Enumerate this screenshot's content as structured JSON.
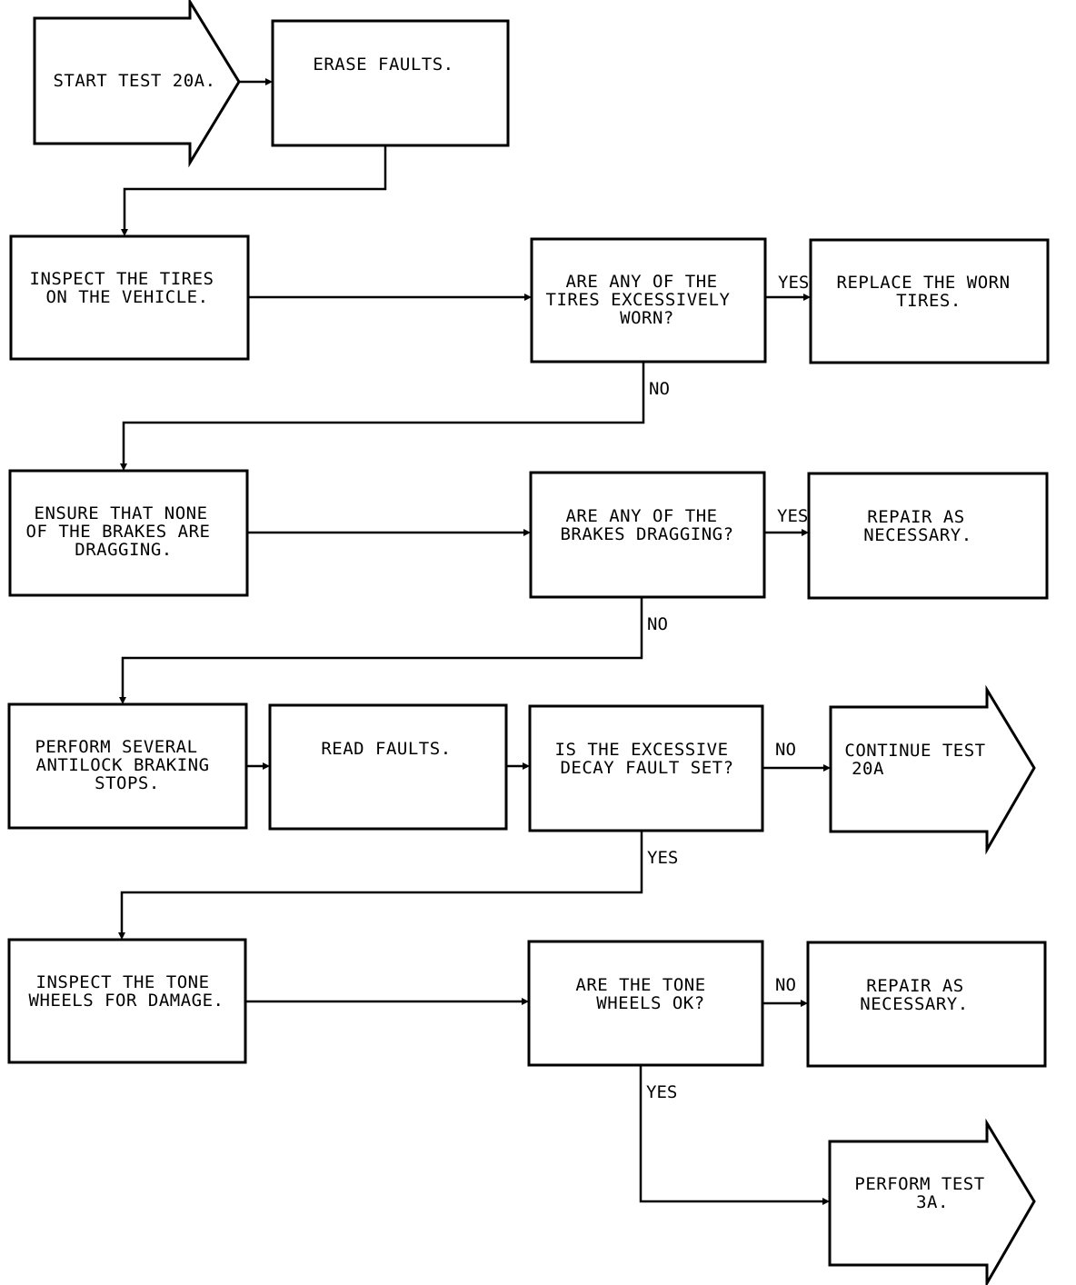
{
  "nodes": {
    "start": [
      "START TEST 20A."
    ],
    "erase": [
      "ERASE FAULTS."
    ],
    "inspect_tires": [
      "INSPECT THE TIRES",
      "ON THE VEHICLE."
    ],
    "tires_worn": [
      "ARE ANY OF THE",
      "TIRES EXCESSIVELY",
      "WORN?"
    ],
    "replace_tires": [
      "REPLACE THE WORN",
      "TIRES."
    ],
    "ensure_brakes": [
      "ENSURE THAT NONE",
      "OF THE BRAKES ARE",
      "DRAGGING."
    ],
    "brakes_dragging": [
      "ARE ANY OF THE",
      "BRAKES DRAGGING?"
    ],
    "repair1": [
      "REPAIR AS",
      "NECESSARY."
    ],
    "perform_stops": [
      "PERFORM SEVERAL",
      "ANTILOCK BRAKING",
      "STOPS."
    ],
    "read_faults": [
      "READ FAULTS."
    ],
    "decay_fault": [
      "IS THE EXCESSIVE",
      "DECAY FAULT SET?"
    ],
    "continue_test": [
      "CONTINUE TEST",
      "20A"
    ],
    "inspect_tone": [
      "INSPECT THE TONE",
      "WHEELS FOR DAMAGE."
    ],
    "tone_ok": [
      "ARE THE TONE",
      "WHEELS OK?"
    ],
    "repair2": [
      "REPAIR AS",
      "NECESSARY."
    ],
    "perform_3a": [
      "PERFORM TEST",
      "3A."
    ]
  },
  "edge_labels": {
    "tires_yes": "YES",
    "tires_no": "NO",
    "brakes_yes": "YES",
    "brakes_no": "NO",
    "decay_no": "NO",
    "decay_yes": "YES",
    "tone_no": "NO",
    "tone_yes": "YES"
  }
}
